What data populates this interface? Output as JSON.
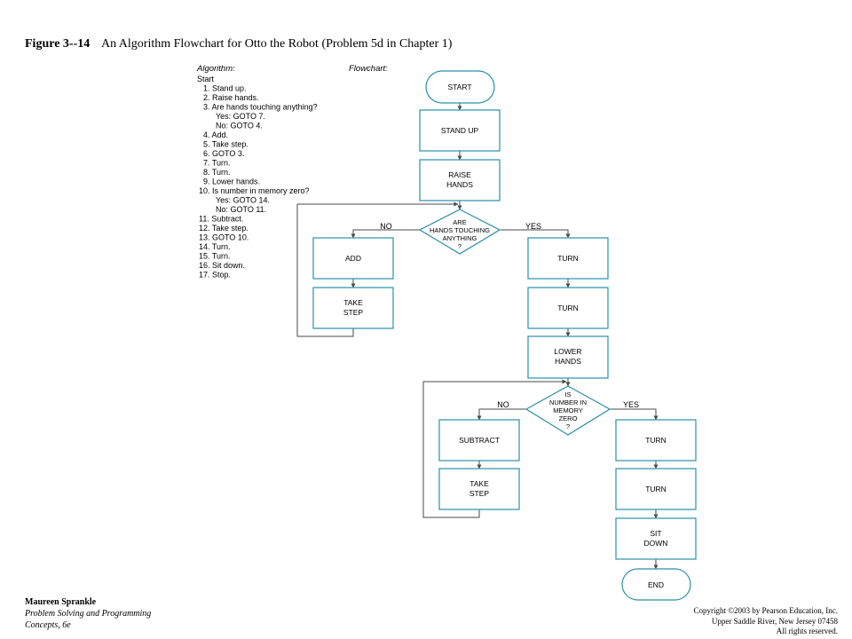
{
  "caption": {
    "figure_label": "Figure 3--14",
    "text": "An Algorithm Flowchart for Otto the Robot (Problem 5d in Chapter 1)"
  },
  "algorithm": {
    "title": "Algorithm:",
    "lines": [
      "Start",
      "1. Stand up.",
      "2. Raise hands.",
      "3. Are hands touching anything?",
      "Yes: GOTO 7.",
      "No: GOTO 4.",
      "4. Add.",
      "5. Take step.",
      "6. GOTO 3.",
      "7. Turn.",
      "8. Turn.",
      "9. Lower hands.",
      "10. Is number in memory zero?",
      "Yes: GOTO 14.",
      "No: GOTO 11.",
      "11. Subtract.",
      "12. Take step.",
      "13. GOTO 10.",
      "14. Turn.",
      "15. Turn.",
      "16. Sit down.",
      "17. Stop."
    ]
  },
  "flowchart": {
    "title": "Flowchart:",
    "start": "START",
    "stand_up": "STAND UP",
    "raise_hands": [
      "RAISE",
      "HANDS"
    ],
    "decision1": [
      "ARE",
      "HANDS TOUCHING",
      "ANYTHING",
      "?"
    ],
    "add": "ADD",
    "take_step1": [
      "TAKE",
      "STEP"
    ],
    "turn1": "TURN",
    "turn2": "TURN",
    "lower_hands": [
      "LOWER",
      "HANDS"
    ],
    "decision2": [
      "IS",
      "NUMBER IN",
      "MEMORY",
      "ZERO",
      "?"
    ],
    "subtract": "SUBTRACT",
    "take_step2": [
      "TAKE",
      "STEP"
    ],
    "turn3": "TURN",
    "turn4": "TURN",
    "sit_down": [
      "SIT",
      "DOWN"
    ],
    "end": "END",
    "no": "NO",
    "yes": "YES"
  },
  "footer": {
    "author": "Maureen Sprankle",
    "book_line1": "Problem Solving and Programming",
    "book_line2": "Concepts, 6e",
    "copyright1": "Copyright ©2003 by Pearson Education, Inc.",
    "copyright2": "Upper Saddle River, New Jersey 07458",
    "copyright3": "All rights reserved."
  },
  "colors": {
    "box_stroke": "#2a8fa8",
    "line": "#4a4a4a"
  }
}
